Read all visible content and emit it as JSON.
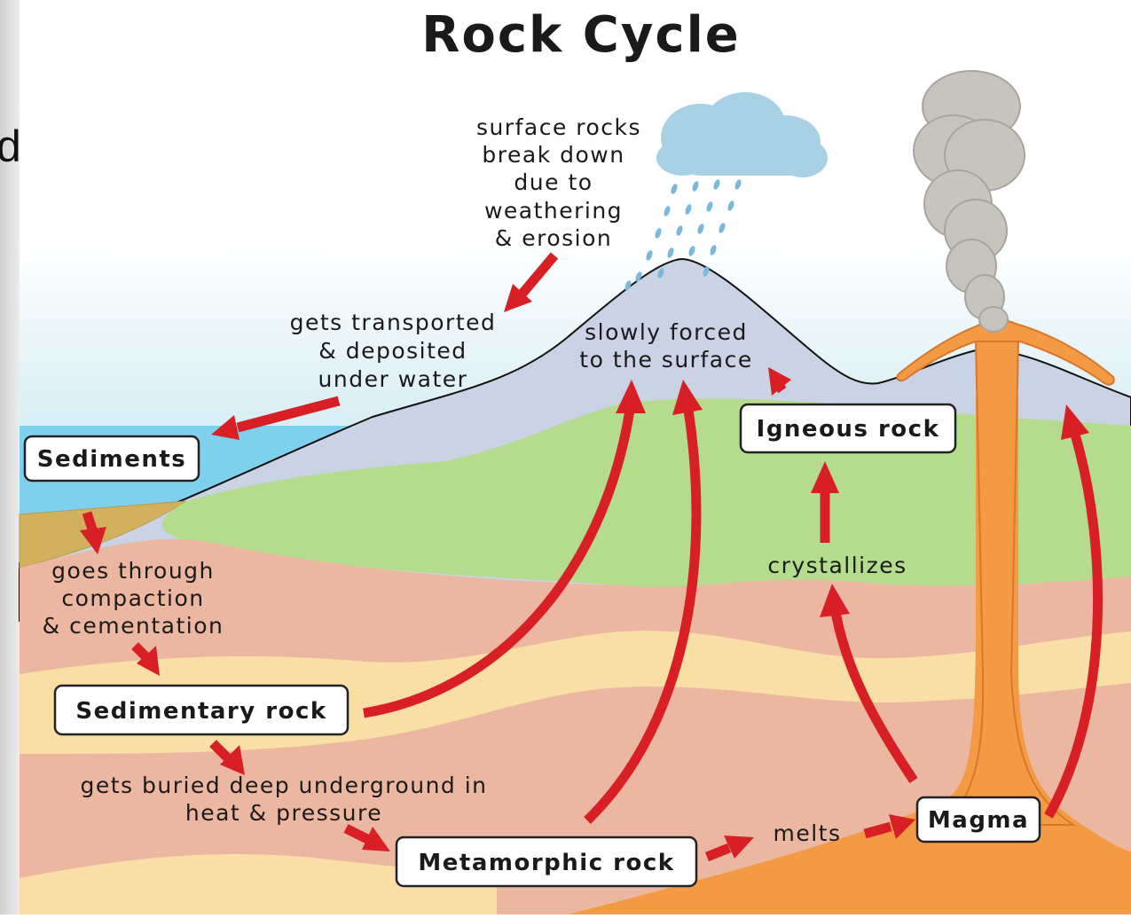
{
  "title": "Rock Cycle",
  "edge_text": "d",
  "boxes": {
    "sediments": "Sediments",
    "sedimentary_rock": "Sedimentary rock",
    "metamorphic_rock": "Metamorphic rock",
    "magma": "Magma",
    "igneous_rock": "Igneous rock"
  },
  "labels": {
    "weathering": [
      "surface rocks",
      "break down",
      "due to",
      "weathering",
      "& erosion"
    ],
    "transported": [
      "gets transported",
      "& deposited",
      "under water"
    ],
    "compaction": [
      "goes through",
      "compaction",
      "& cementation"
    ],
    "buried": [
      "gets buried deep underground in",
      "heat & pressure"
    ],
    "melts": "melts",
    "crystallizes": "crystallizes",
    "forced": [
      "slowly forced",
      "to the surface"
    ]
  },
  "colors": {
    "arrow": "#d81f26",
    "sky_top": "#ffffff",
    "sky_bottom": "#bfe3ee",
    "water": "#7fd0ec",
    "mountain": "#c9d3e4",
    "grass_layer": "#b5dc8c",
    "salmon_layer": "#ecb7a1",
    "pale_layer": "#f9dfa6",
    "magma": "#f39a45",
    "smoke": "#c7c4be",
    "cloud": "#a9d1e6",
    "rain": "#7ab8dc"
  }
}
